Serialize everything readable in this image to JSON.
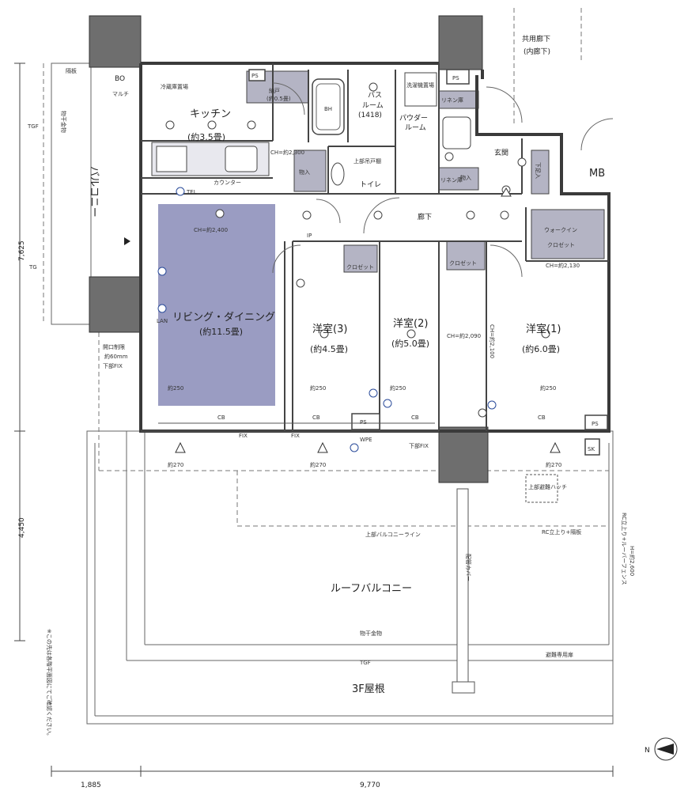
{
  "colors": {
    "wall": "#3a3a3a",
    "living_fill": "#9a9cc2",
    "storage_fill": "#a9a9b9",
    "column_fill": "#6e6e6e",
    "line": "#555555",
    "dashed": "#777777",
    "accent_blue": "#2a4b9a"
  },
  "rooms": {
    "kitchen": {
      "name": "キッチン",
      "size": "(約3.5畳)"
    },
    "living": {
      "name": "リビング・ダイニング",
      "size": "(約11.5畳)"
    },
    "western3": {
      "name": "洋室(3)",
      "size": "(約4.5畳)"
    },
    "western2": {
      "name": "洋室(2)",
      "size": "(約5.0畳)"
    },
    "western1": {
      "name": "洋室(1)",
      "size": "(約6.0畳)"
    },
    "bath": {
      "name": "バス",
      "name2": "ルーム",
      "size": "(1418)"
    },
    "powder": {
      "name": "パウダー",
      "name2": "ルーム"
    },
    "toilet": {
      "name": "トイレ"
    },
    "corridor": {
      "name": "廊下"
    },
    "entrance": {
      "name": "玄関"
    },
    "walkin": {
      "name": "ウォークイン",
      "name2": "クロゼット"
    },
    "roof_balcony": {
      "name": "ルーフバルコニー"
    },
    "roof_3f": {
      "name": "3F屋根"
    },
    "balcony": {
      "name": "バルコニー"
    },
    "shared_corridor": {
      "line1": "共用廊下",
      "line2": "(内廊下)"
    },
    "mb": {
      "name": "MB"
    }
  },
  "labels": {
    "closet": "クロゼット",
    "storage": "物入",
    "storage_b": "物入",
    "linen": "リネン庫",
    "linen2": "リネン庫",
    "shoe": "下足入",
    "nando": "納戸",
    "nando_size": "(約0.5畳)",
    "counter": "カウンター",
    "upper_cabinet": "上部吊戸棚",
    "ps": "PS",
    "bo": "BO",
    "multi": "マルチ",
    "fridge": "冷蔵庫置場",
    "washer": "洗濯機置場",
    "bh": "BH",
    "tel": "TEL",
    "lan": "LAN",
    "ip": "IP",
    "sk": "SK",
    "wpe": "WPE",
    "fix": "FIX",
    "fix2": "FIX",
    "lower_fix": "下部FIX",
    "lower_fix2": "下部FIX",
    "opening_limit": "開口制限",
    "opening_size": "約60mm",
    "partition": "隔板",
    "drying": "物干金物",
    "drying2": "物干金物",
    "tgf": "TGF",
    "tgf2": "TGF",
    "tg": "TG",
    "upper_balcony_line": "上部バルコニーライン",
    "rc_fence": "RC立上り+隔板",
    "rc_fence2": "RC立上り+ルーバーフェンス",
    "fence_h": "H=約2,600",
    "pipe_cover": "配管カバー",
    "evac_hatch": "上部避難ハッチ",
    "evac_door": "避難専用扉",
    "ch_living": "CH=約2,400",
    "ch_kitchen": "CH=約2,300",
    "ch_r2": "CH=約2,090",
    "ch_r1": "CH=約2,100",
    "ch_wic": "CH=約2,130",
    "d250_a": "約250",
    "d250_b": "約250",
    "d250_c": "約250",
    "d250_d": "約250",
    "d270_a": "約270",
    "d270_b": "約270",
    "d270_c": "約270",
    "cb": "CB",
    "note": "※この先は各階平面図にてご確認ください。"
  },
  "dimensions": {
    "left_height_top": "7,625",
    "left_height_bottom": "4,450",
    "bottom_left": "1,885",
    "bottom_right": "9,770"
  },
  "compass": {
    "label": "N"
  }
}
